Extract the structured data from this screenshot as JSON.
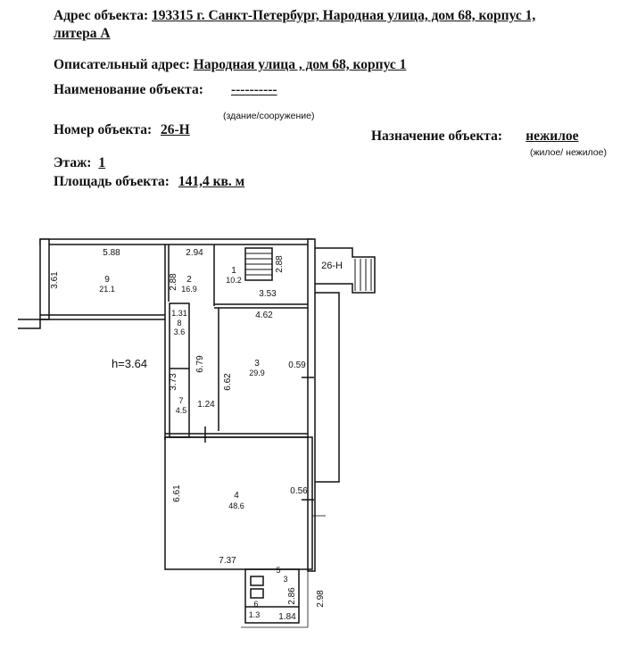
{
  "header": {
    "address_label": "Адрес объекта:",
    "address_value_line1": "193315 г. Санкт-Петербург, Народная улица, дом 68, корпус 1,",
    "address_value_line2": "литера А",
    "desc_label": "Описательный адрес:",
    "desc_value": "Народная улица , дом 68, корпус 1",
    "name_label": "Наименование объекта:",
    "name_value": "----------",
    "name_caption": "(здание/сооружение)",
    "number_label": "Номер объекта:",
    "number_value": "26-Н",
    "purpose_label": "Назначение объекта:",
    "purpose_value": "нежилое",
    "purpose_caption": "(жилое/ нежилое)",
    "floor_label": "Этаж:",
    "floor_value": "1",
    "area_label": "Площадь объекта:",
    "area_value": "141,4 кв. м"
  },
  "plan": {
    "unit_label": "26-Н",
    "height_label": "h=3.64",
    "rooms": [
      {
        "num": "9",
        "area": "21.1"
      },
      {
        "num": "2",
        "area": "16.9"
      },
      {
        "num": "1",
        "area": "10.2"
      },
      {
        "num": "8",
        "area": "3.6"
      },
      {
        "num": "3",
        "area": "29.9"
      },
      {
        "num": "7",
        "area": "4.5"
      },
      {
        "num": "4",
        "area": "48.6"
      },
      {
        "num": "5",
        "area": "3"
      },
      {
        "num": "6",
        "area": "1.3"
      }
    ],
    "dimensions": {
      "d_5_88": "5.88",
      "d_3_61": "3.61",
      "d_2_94": "2.94",
      "d_2_88a": "2.88",
      "d_2_88b": "2.88",
      "d_3_53": "3.53",
      "d_1_31": "1.31",
      "d_4_62": "4.62",
      "d_0_59": "0.59",
      "d_6_79": "6.79",
      "d_6_62": "6.62",
      "d_3_73": "3.73",
      "d_1_24": "1.24",
      "d_6_61": "6.61",
      "d_0_56": "0.56",
      "d_7_37": "7.37",
      "d_2_86": "2.86",
      "d_2_98": "2.98",
      "d_1_84": "1.84"
    }
  }
}
